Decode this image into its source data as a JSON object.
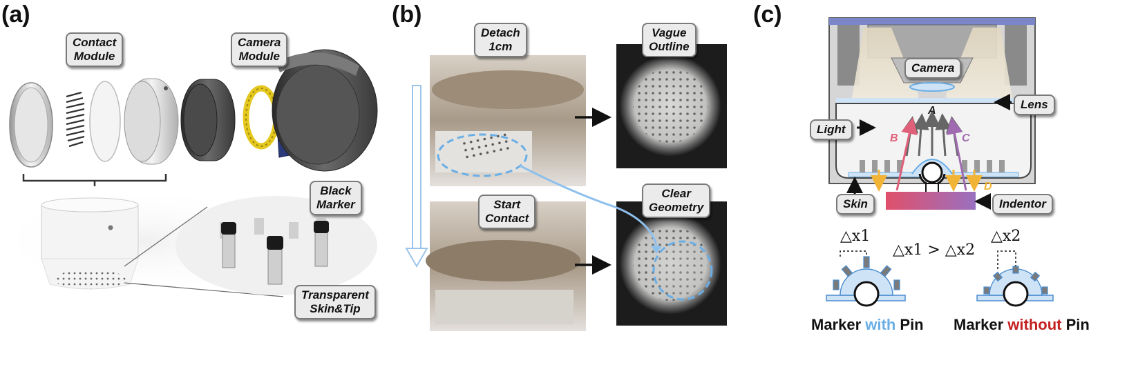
{
  "panels": {
    "a": {
      "label": "(a)",
      "contact_module": "Contact\nModule",
      "camera_module": "Camera\nModule",
      "black_marker": "Black\nMarker",
      "transparent_skin": "Transparent\nSkin&Tip"
    },
    "b": {
      "label": "(b)",
      "detach": "Detach\n1cm",
      "start_contact": "Start\nContact",
      "vague_outline": "Vague\nOutline",
      "clear_geometry": "Clear\nGeometry"
    },
    "c": {
      "label": "(c)",
      "camera": "Camera",
      "lens": "Lens",
      "light": "Light",
      "skin": "Skin",
      "indentor": "Indentor",
      "ray_a": "A",
      "ray_b": "B",
      "ray_c": "C",
      "ray_d": "D",
      "dx1": "△x1",
      "dx2": "△x2",
      "comparison": "△x1 > △x2",
      "caption_left_1": "Marker ",
      "caption_left_2": "with",
      "caption_left_3": " Pin",
      "caption_right_1": "Marker ",
      "caption_right_2": "without",
      "caption_right_3": " Pin"
    }
  },
  "colors": {
    "blue_accent": "#6aaee6",
    "red_accent": "#c42020",
    "ray_b": "#e0607a",
    "ray_c": "#a06ab0",
    "ray_d": "#f2b437",
    "indentor_start": "#e0506a",
    "indentor_end": "#9a70c0"
  }
}
